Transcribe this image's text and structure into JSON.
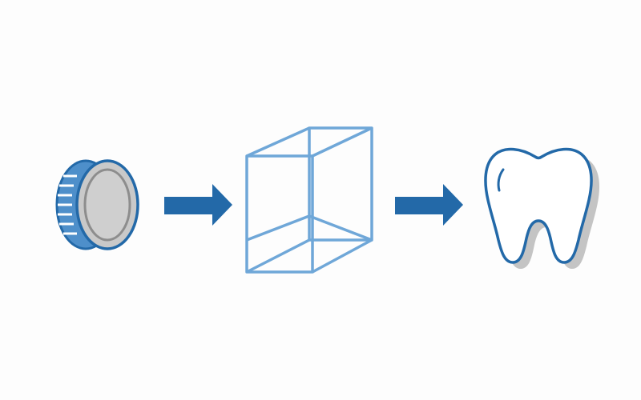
{
  "diagram": {
    "steps": [
      {
        "id": "coin",
        "icon": "coin-icon"
      },
      {
        "id": "cube",
        "icon": "cube-icon"
      },
      {
        "id": "tooth",
        "icon": "tooth-icon"
      }
    ],
    "connectors": [
      {
        "from": "coin",
        "to": "cube",
        "icon": "arrow-right-icon"
      },
      {
        "from": "cube",
        "to": "tooth",
        "icon": "arrow-right-icon"
      }
    ]
  },
  "colors": {
    "primary": "#2369a8",
    "cube_stroke": "#6fa7d8",
    "coin_face": "#c9c9c9",
    "coin_ring": "#8d8d8d",
    "coin_side": "#4e8fca",
    "tooth_fill": "#ffffff",
    "tooth_shadow": "#c4c4c4",
    "background": "#fdfdfd"
  }
}
